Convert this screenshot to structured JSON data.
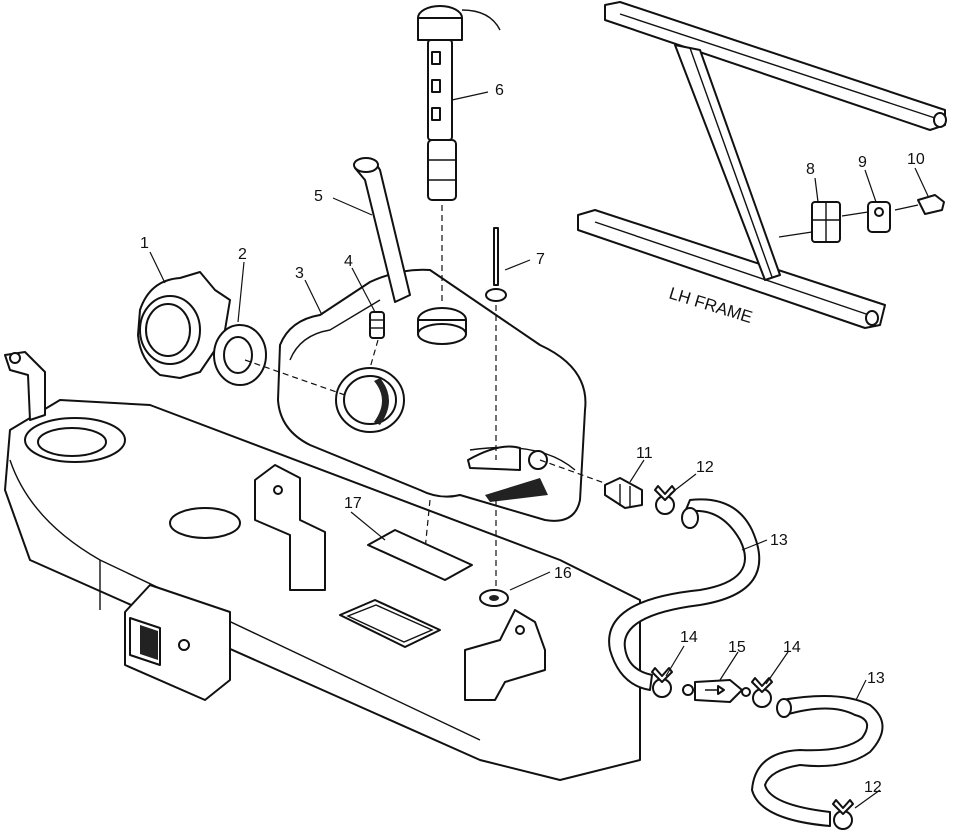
{
  "callouts": [
    {
      "id": "c1",
      "text": "1"
    },
    {
      "id": "c2",
      "text": "2"
    },
    {
      "id": "c3",
      "text": "3"
    },
    {
      "id": "c4",
      "text": "4"
    },
    {
      "id": "c5",
      "text": "5"
    },
    {
      "id": "c6",
      "text": "6"
    },
    {
      "id": "c7",
      "text": "7"
    },
    {
      "id": "c8",
      "text": "8"
    },
    {
      "id": "c9",
      "text": "9"
    },
    {
      "id": "c10",
      "text": "10"
    },
    {
      "id": "c11",
      "text": "11"
    },
    {
      "id": "c12a",
      "text": "12"
    },
    {
      "id": "c12b",
      "text": "12"
    },
    {
      "id": "c13a",
      "text": "13"
    },
    {
      "id": "c13b",
      "text": "13"
    },
    {
      "id": "c14a",
      "text": "14"
    },
    {
      "id": "c14b",
      "text": "14"
    },
    {
      "id": "c15",
      "text": "15"
    },
    {
      "id": "c16",
      "text": "16"
    },
    {
      "id": "c17",
      "text": "17"
    }
  ],
  "frame_label": "LH FRAME"
}
